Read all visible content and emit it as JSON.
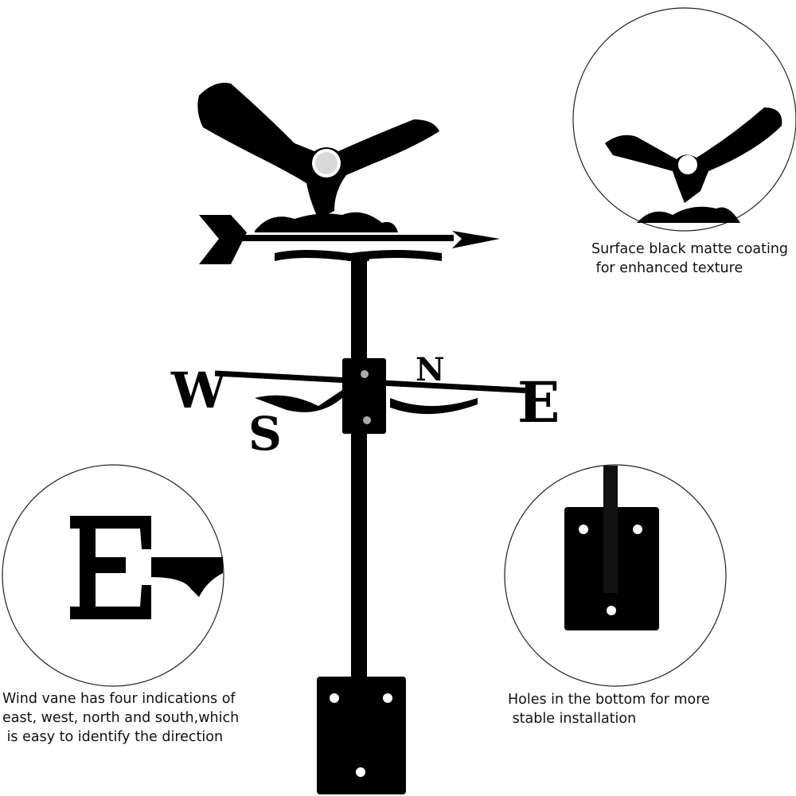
{
  "product": {
    "compass_letters": {
      "west": "W",
      "east": "E",
      "north": "N",
      "south": "S"
    }
  },
  "captions": {
    "coating": [
      "Surface black matte coating",
      " for enhanced texture"
    ],
    "directions": [
      "Wind vane has four indications of",
      "east, west, north and south,which",
      " is easy to identify the direction"
    ],
    "holes": [
      "Holes in the bottom for more",
      " stable installation"
    ]
  },
  "colors": {
    "metal": "#000000",
    "circle_border": "#222222",
    "background": "#ffffff"
  }
}
